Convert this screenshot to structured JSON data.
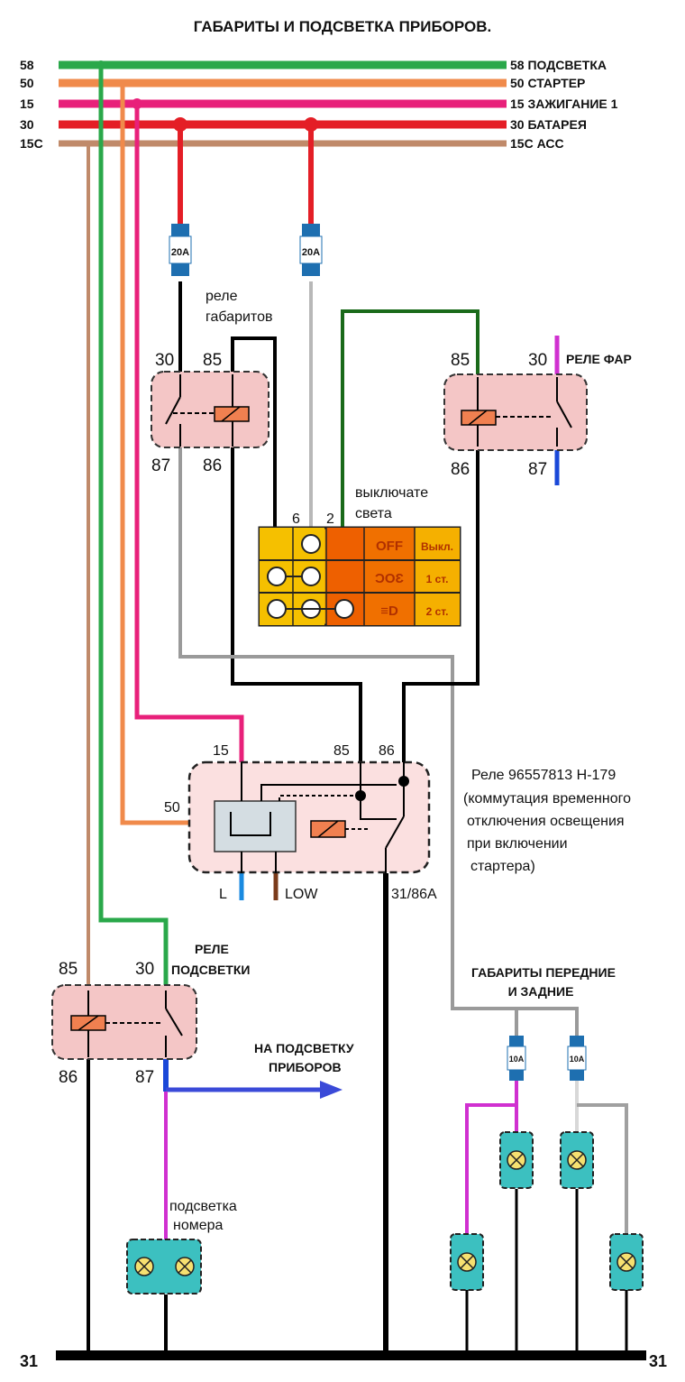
{
  "title": "ГАБАРИТЫ И ПОДСВЕТКА ПРИБОРОВ.",
  "colors": {
    "green": "#2aa84a",
    "orange": "#f08a4b",
    "magenta": "#e8207a",
    "red": "#e41e26",
    "brown": "#c08a6a",
    "black": "#000000",
    "grey": "#9a9a9a",
    "darkgreen": "#1a6a1a",
    "blue": "#1a48d8",
    "violet": "#d030d0",
    "relay_fill": "#f6b8b8",
    "switch_fill": "#f2a200",
    "lamp_fill": "#3cc0c0",
    "fuse_fill": "#1e6fb0"
  },
  "buses": [
    {
      "id": "58",
      "left": "58",
      "right": "58 ПОДСВЕТКА"
    },
    {
      "id": "50",
      "left": "50",
      "right": "50 СТАРТЕР"
    },
    {
      "id": "15",
      "left": "15",
      "right": "15 ЗАЖИГАНИЕ 1"
    },
    {
      "id": "30",
      "left": "30",
      "right": "30 БАТАРЕЯ"
    },
    {
      "id": "15c",
      "left": "15С",
      "right": "15С  АСС"
    }
  ],
  "fuses": {
    "f1": "20A",
    "f2": "20A",
    "f3": "10A",
    "f4": "10A"
  },
  "relay_parking": {
    "label_line1": "реле",
    "label_line2": "габаритов",
    "pin_30": "30",
    "pin_85": "85",
    "pin_87": "87",
    "pin_86": "86"
  },
  "relay_headlight": {
    "label": "РЕЛЕ ФАР",
    "pin_85": "85",
    "pin_30": "30",
    "pin_86": "86",
    "pin_87": "87"
  },
  "light_switch": {
    "label_line1": "выключате",
    "label_line2": "света",
    "pin_6": "6",
    "pin_2": "2",
    "rows": [
      {
        "symbol": "OFF",
        "text": "Выкл."
      },
      {
        "symbol": "ƆOƐ",
        "text": "1 ст."
      },
      {
        "symbol": "≡D",
        "text": "2 ст."
      }
    ]
  },
  "relay_main": {
    "pin_15": "15",
    "pin_85": "85",
    "pin_86": "86",
    "pin_50": "50",
    "pin_l": "L",
    "pin_low": "LOW",
    "pin_31_86a": "31/86A",
    "desc": [
      "Реле  96557813  H-179",
      "(коммутация временного",
      "отключения освещения",
      "при включении",
      "стартера)"
    ]
  },
  "relay_backlight": {
    "label_line1": "РЕЛЕ",
    "label_line2": "ПОДСВЕТКИ",
    "pin_85": "85",
    "pin_30": "30",
    "pin_86": "86",
    "pin_87": "87"
  },
  "labels": {
    "to_backlight_line1": "НА ПОДСВЕТКУ",
    "to_backlight_line2": "ПРИБОРОВ",
    "plate_line1": "подсветка",
    "plate_line2": "номера",
    "sidelights_line1": "ГАБАРИТЫ ПЕРЕДНИЕ",
    "sidelights_line2": "И ЗАДНИЕ",
    "ground_left": "31",
    "ground_right": "31"
  }
}
